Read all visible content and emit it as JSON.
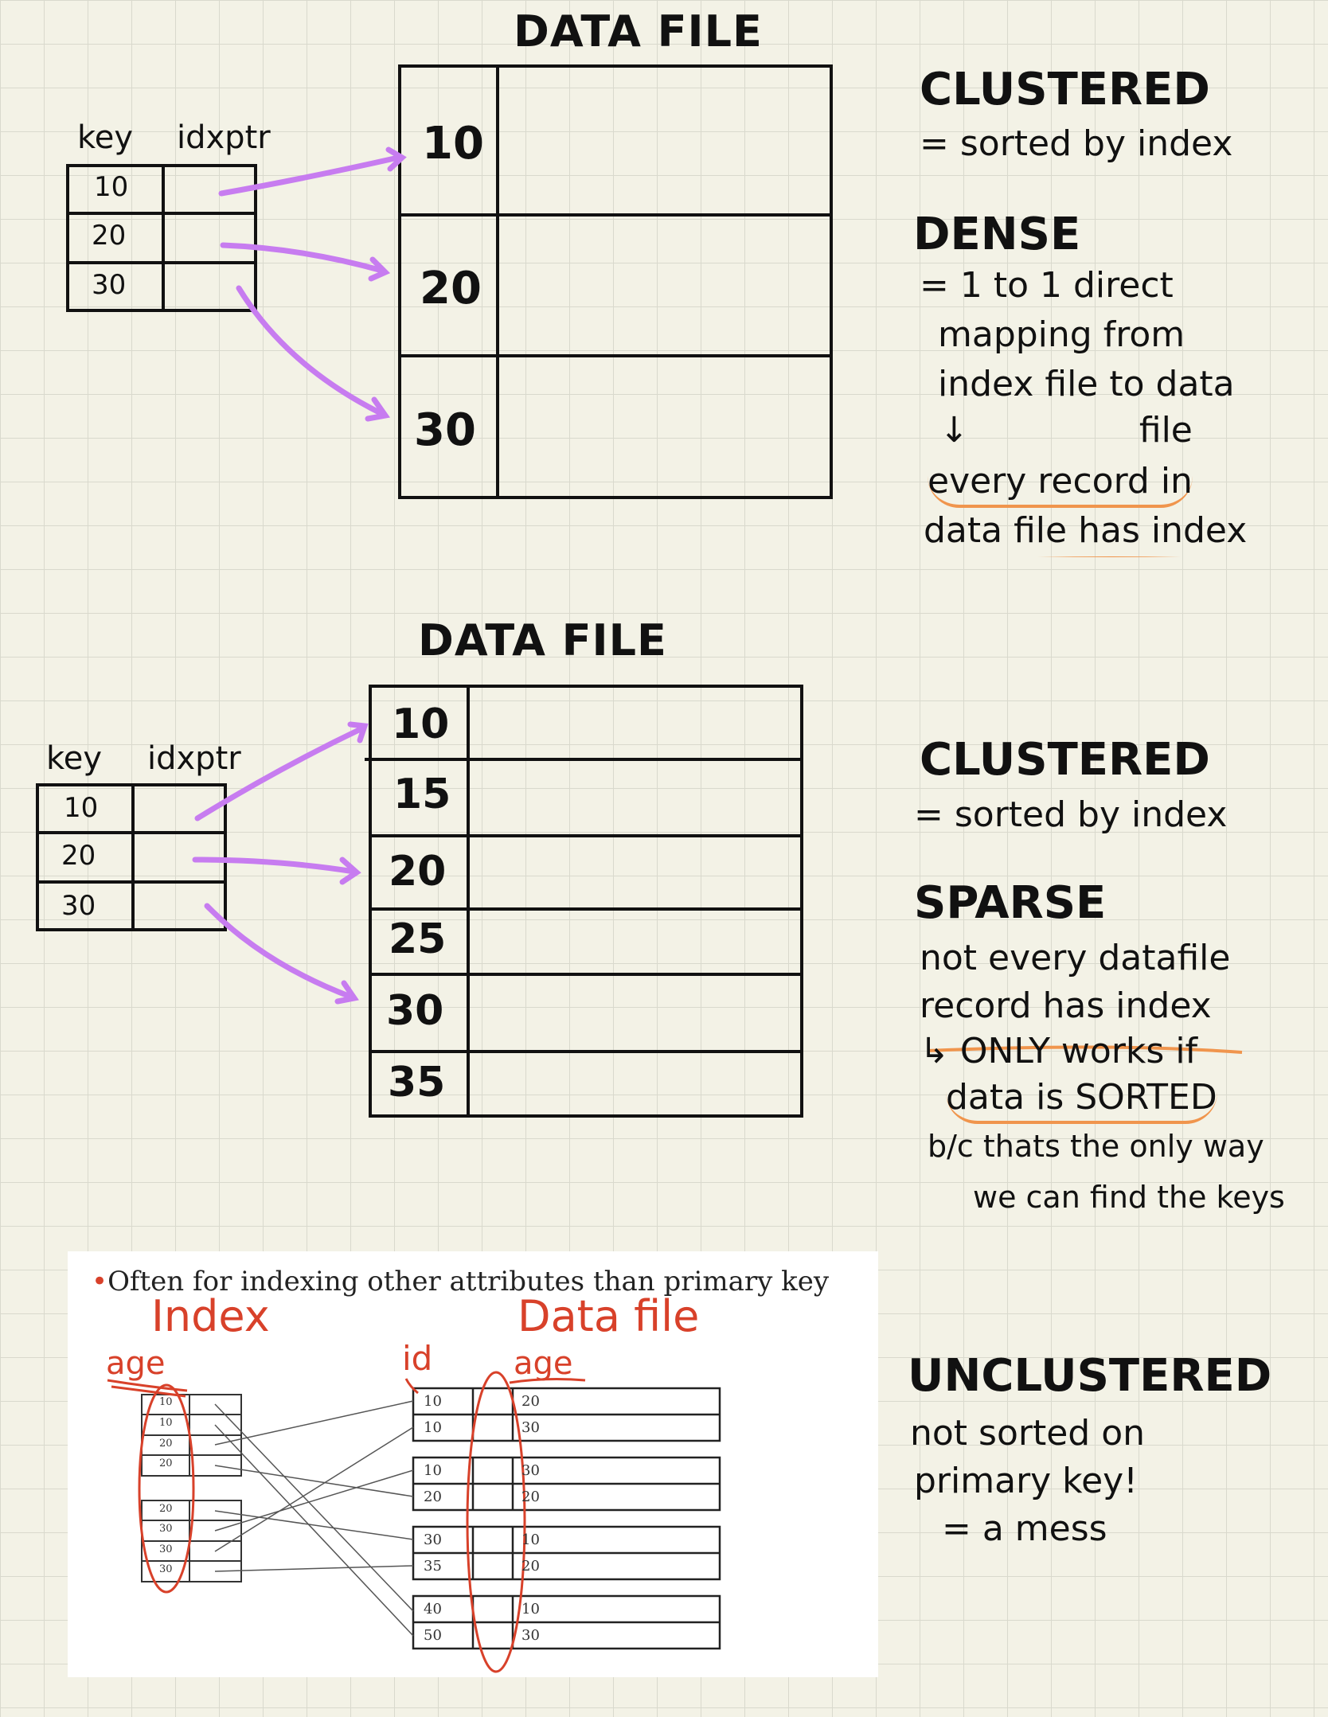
{
  "section1": {
    "title": "DATA FILE",
    "index_table": {
      "col_key": "key",
      "col_ptr": "idxptr",
      "keys": [
        "10",
        "20",
        "30"
      ]
    },
    "data_keys": [
      "10",
      "20",
      "30"
    ],
    "label_clustered": "CLUSTERED",
    "clustered_desc": "= sorted by index",
    "label_dense": "DENSE",
    "dense_lines": [
      "= 1 to 1 direct",
      "mapping from",
      "index file to data",
      "↓ file",
      "every record in",
      "data file has index"
    ]
  },
  "section2": {
    "title": "DATA FILE",
    "index_table": {
      "col_key": "key",
      "col_ptr": "idxptr",
      "keys": [
        "10",
        "20",
        "30"
      ]
    },
    "data_keys": [
      "10",
      "15",
      "20",
      "25",
      "30",
      "35"
    ],
    "label_clustered": "CLUSTERED",
    "clustered_desc": "= sorted by index",
    "label_sparse": "SPARSE",
    "sparse_lines": [
      "not every datafile",
      "record has index",
      "↳ ONLY works if",
      "data is SORTED",
      "b/c thats the only way",
      "we can find the keys"
    ]
  },
  "section3": {
    "bullet": "Often for indexing other attributes than primary key",
    "annot_index": "Index",
    "annot_datafile": "Data file",
    "annot_age1": "age",
    "annot_id": "id",
    "annot_age2": "age",
    "index_values": [
      "10",
      "10",
      "20",
      "20",
      "20",
      "30",
      "30",
      "30"
    ],
    "data_rows": [
      {
        "id": "10",
        "age": "20"
      },
      {
        "id": "10",
        "age": "30"
      },
      {
        "id": "10",
        "age": "30"
      },
      {
        "id": "20",
        "age": "20"
      },
      {
        "id": "30",
        "age": "10"
      },
      {
        "id": "35",
        "age": "20"
      },
      {
        "id": "40",
        "age": "10"
      },
      {
        "id": "50",
        "age": "30"
      }
    ],
    "label_unclustered": "UNCLUSTERED",
    "unclustered_lines": [
      "not sorted on",
      "primary key!",
      "= a mess"
    ]
  },
  "colors": {
    "arrow": "#c77cf0",
    "underline": "#f0954d",
    "annotation": "#d8412a"
  }
}
